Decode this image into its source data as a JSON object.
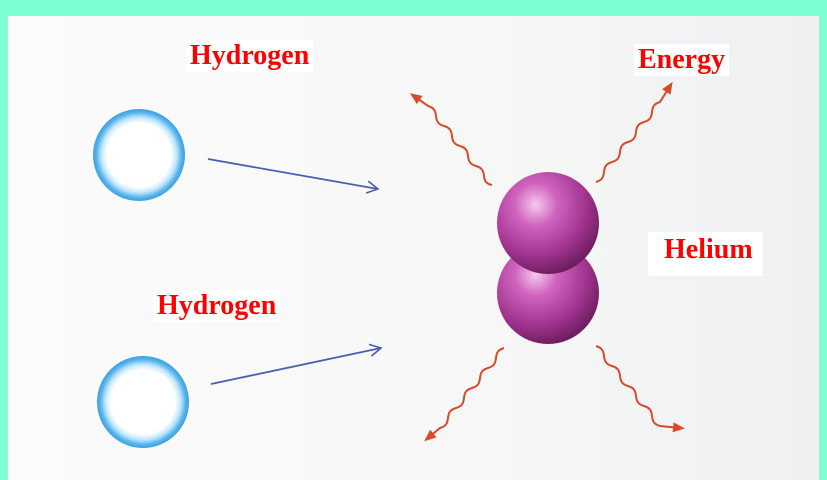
{
  "labels": {
    "hydrogen_top": "Hydrogen",
    "hydrogen_bottom": "Hydrogen",
    "energy": "Energy",
    "helium": "Helium"
  },
  "colors": {
    "background": "#7fffd4",
    "label": "#ff0000",
    "hydrogen": "#49aee8",
    "helium": "#a8338f",
    "arrow": "#4a5fb0",
    "energy_wave": "#d84a28"
  }
}
